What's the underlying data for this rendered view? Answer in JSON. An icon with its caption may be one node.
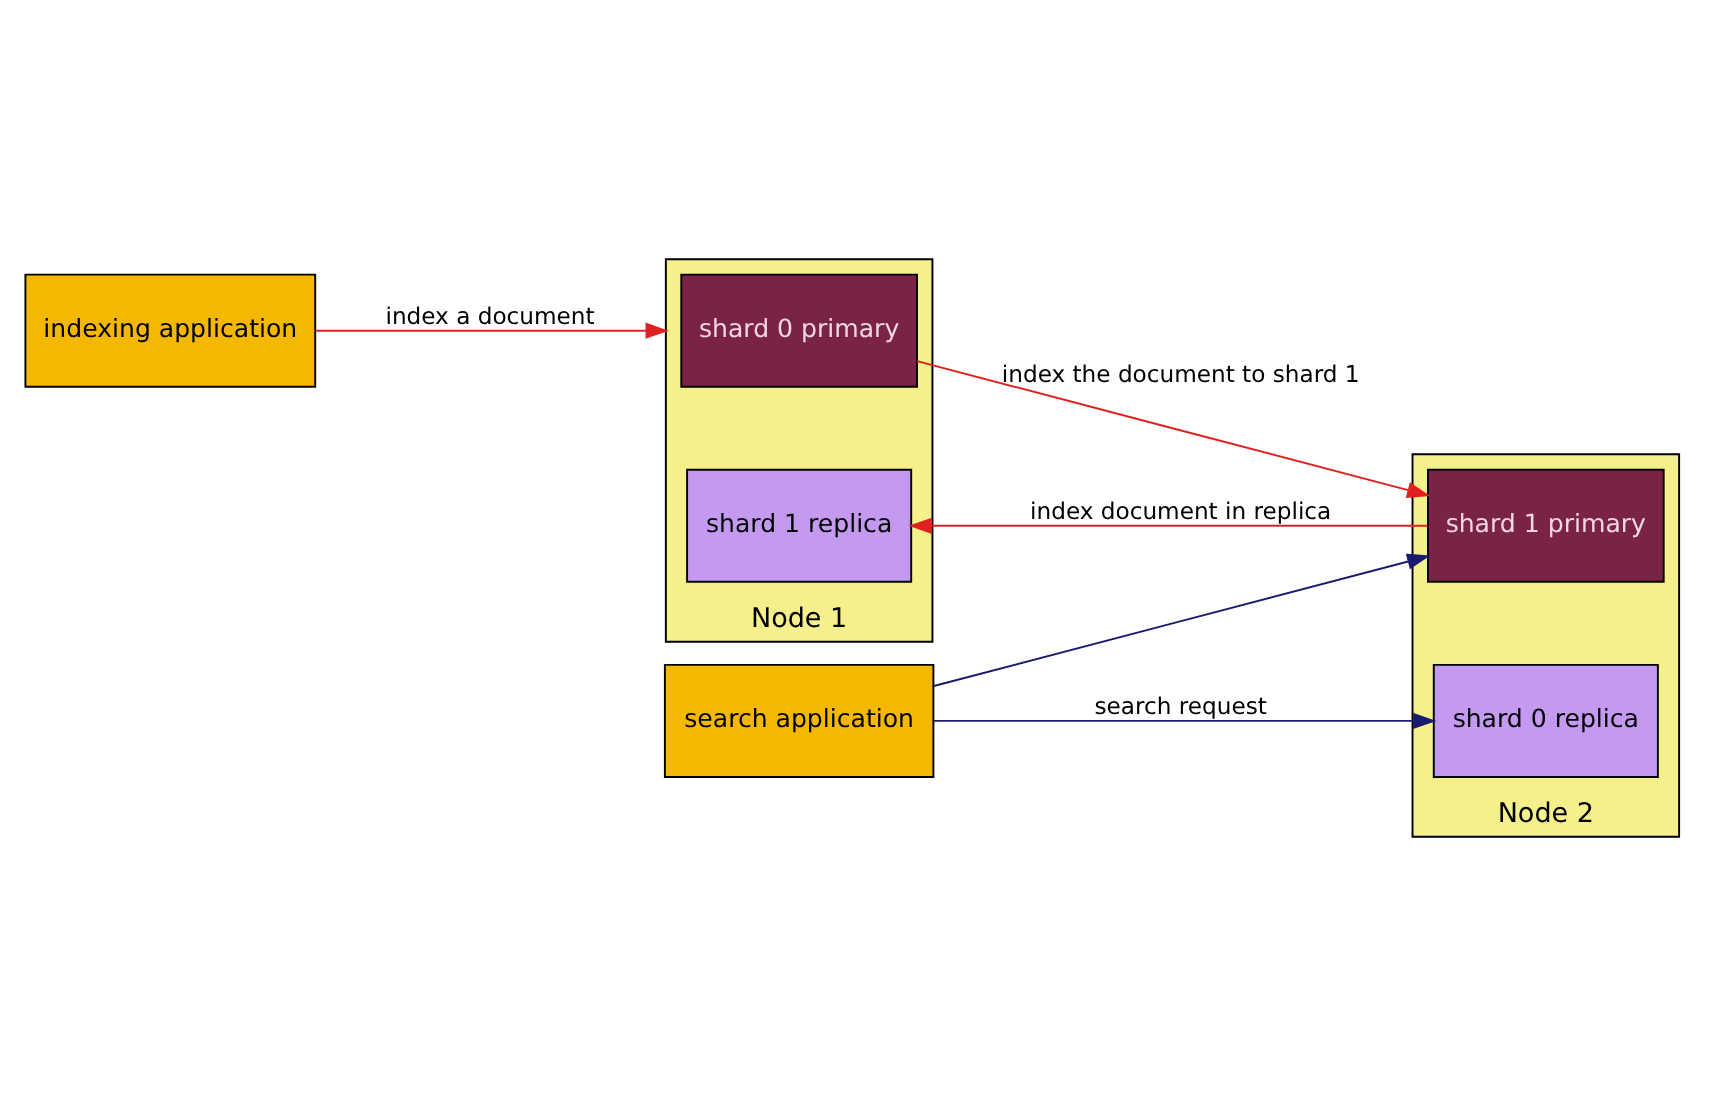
{
  "diagram": {
    "nodes": [
      {
        "text": [
          "indexing application"
        ]
      },
      {
        "text": [
          "Node 1"
        ]
      },
      {
        "text": [
          "shard 0 primary"
        ],
        "in": 1
      },
      {
        "text": [
          "shard 1 replica"
        ],
        "in": 1
      },
      {
        "text": [
          "Node 2"
        ]
      },
      {
        "text": [
          "shard 0 replica"
        ],
        "in": 4
      },
      {
        "text": [
          "shard 1 primary"
        ],
        "in": 4
      },
      {
        "text": [
          "search application"
        ]
      }
    ],
    "edges": [
      {
        "from": 0,
        "to": 1,
        "arrow": "to",
        "label": "index a document"
      },
      {
        "from": 2,
        "to": 6,
        "arrow": "to",
        "label": "index the document to shard 1"
      },
      {
        "from": 6,
        "to": 3,
        "arrow": "to",
        "label": "index document in replica"
      },
      {
        "from": 7,
        "to": 5,
        "arrow": "to",
        "label": "search request",
        "color": "#1a1a6e"
      },
      {
        "from": 7,
        "to": 6,
        "arrow": "to",
        "color": "#1a1a6e"
      }
    ]
  }
}
